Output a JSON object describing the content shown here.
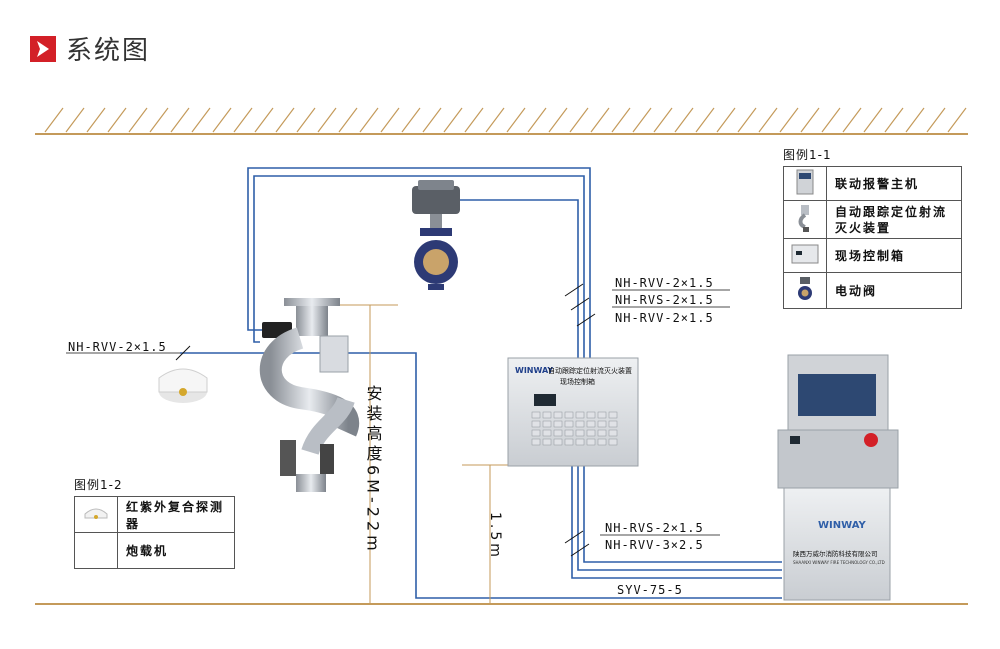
{
  "page": {
    "title": "系统图"
  },
  "cables": {
    "top1": "NH-RVV-2×1.5",
    "top2": "NH-RVS-2×1.5",
    "top3": "NH-RVV-2×1.5",
    "left": "NH-RVV-2×1.5",
    "bottom1": "NH-RVS-2×1.5",
    "bottom2": "NH-RVV-3×2.5",
    "bottom3": "SYV-75-5"
  },
  "heights": {
    "install": "安装高度6M-22m",
    "box": "1.5m"
  },
  "control_box": {
    "brand": "WINWAY",
    "line1": "自动跟踪定位射流灭火装置",
    "line2": "现场控制箱"
  },
  "console": {
    "brand": "WINWAY",
    "company": "陕西万威尔消防科技有限公司",
    "company_en": "SHAANXI WINWAY FIRE TECHNOLOGY CO.,LTD"
  },
  "legend1": {
    "title": "图例1-1",
    "items": [
      {
        "label": "联动报警主机",
        "icon": "alarm-host-icon"
      },
      {
        "label": "自动跟踪定位射流灭火装置",
        "icon": "jet-device-icon"
      },
      {
        "label": "现场控制箱",
        "icon": "control-box-icon"
      },
      {
        "label": "电动阀",
        "icon": "electric-valve-icon"
      }
    ]
  },
  "legend2": {
    "title": "图例1-2",
    "items": [
      {
        "label": "红紫外复合探测器",
        "icon": "detector-icon"
      },
      {
        "label": "炮载机",
        "icon": ""
      }
    ]
  },
  "colors": {
    "wire": "#2f5fa8",
    "ground": "#c49a5a",
    "accent": "#d32027"
  }
}
